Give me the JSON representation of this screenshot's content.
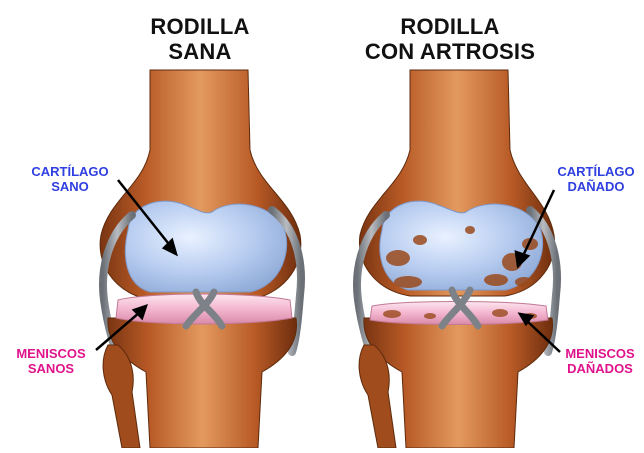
{
  "titles": {
    "left_line1": "RODILLA",
    "left_line2": "SANA",
    "right_line1": "RODILLA",
    "right_line2": "CON ARTROSIS"
  },
  "labels": {
    "cartilage_healthy_1": "CARTÍLAGO",
    "cartilage_healthy_2": "SANO",
    "meniscus_healthy_1": "MENISCOS",
    "meniscus_healthy_2": "SANOS",
    "cartilage_damaged_1": "CARTÍLAGO",
    "cartilage_damaged_2": "DAÑADO",
    "meniscus_damaged_1": "MENISCOS",
    "meniscus_damaged_2": "DAÑADOS"
  },
  "colors": {
    "cartilage_label": "#2f3fe0",
    "meniscus_label": "#e0138c",
    "bone": "#c46a33",
    "bone_dark": "#7a3512",
    "cartilage": "#b9cdf0",
    "meniscus": "#f4b9d1",
    "ligament": "#8a8f95"
  }
}
